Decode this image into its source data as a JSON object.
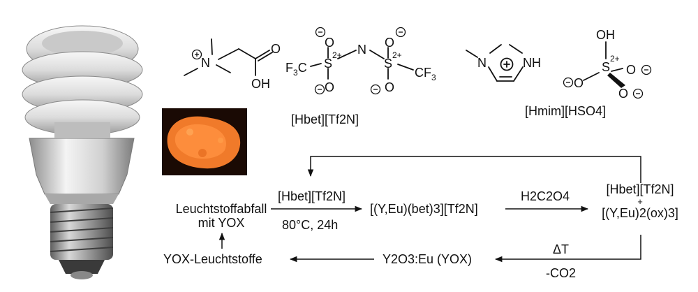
{
  "labels": {
    "hbet_tf2n": "[Hbet][Tf2N]",
    "hmim_hso4": "[Hmim][HSO4]",
    "waste_line1": "Leuchtstoffabfall",
    "waste_line2": "mit YOX",
    "step1_reagent": "[Hbet][Tf2N]",
    "step1_conditions": "80°C, 24h",
    "complex": "[(Y,Eu)(bet)3][Tf2N]",
    "oxalic_acid": "H2C2O4",
    "mix_line1": "[Hbet][Tf2N]",
    "mix_plus": "+",
    "mix_line2": "[(Y,Eu)2(ox)3]",
    "heat": "ΔT",
    "co2": "-CO2",
    "yox_product": "Y2O3:Eu (YOX)",
    "phosphor": "YOX-Leuchtstoffe"
  },
  "colors": {
    "powder": "#f07a2a",
    "powder_background": "#1a0a04",
    "ink": "#111111"
  }
}
